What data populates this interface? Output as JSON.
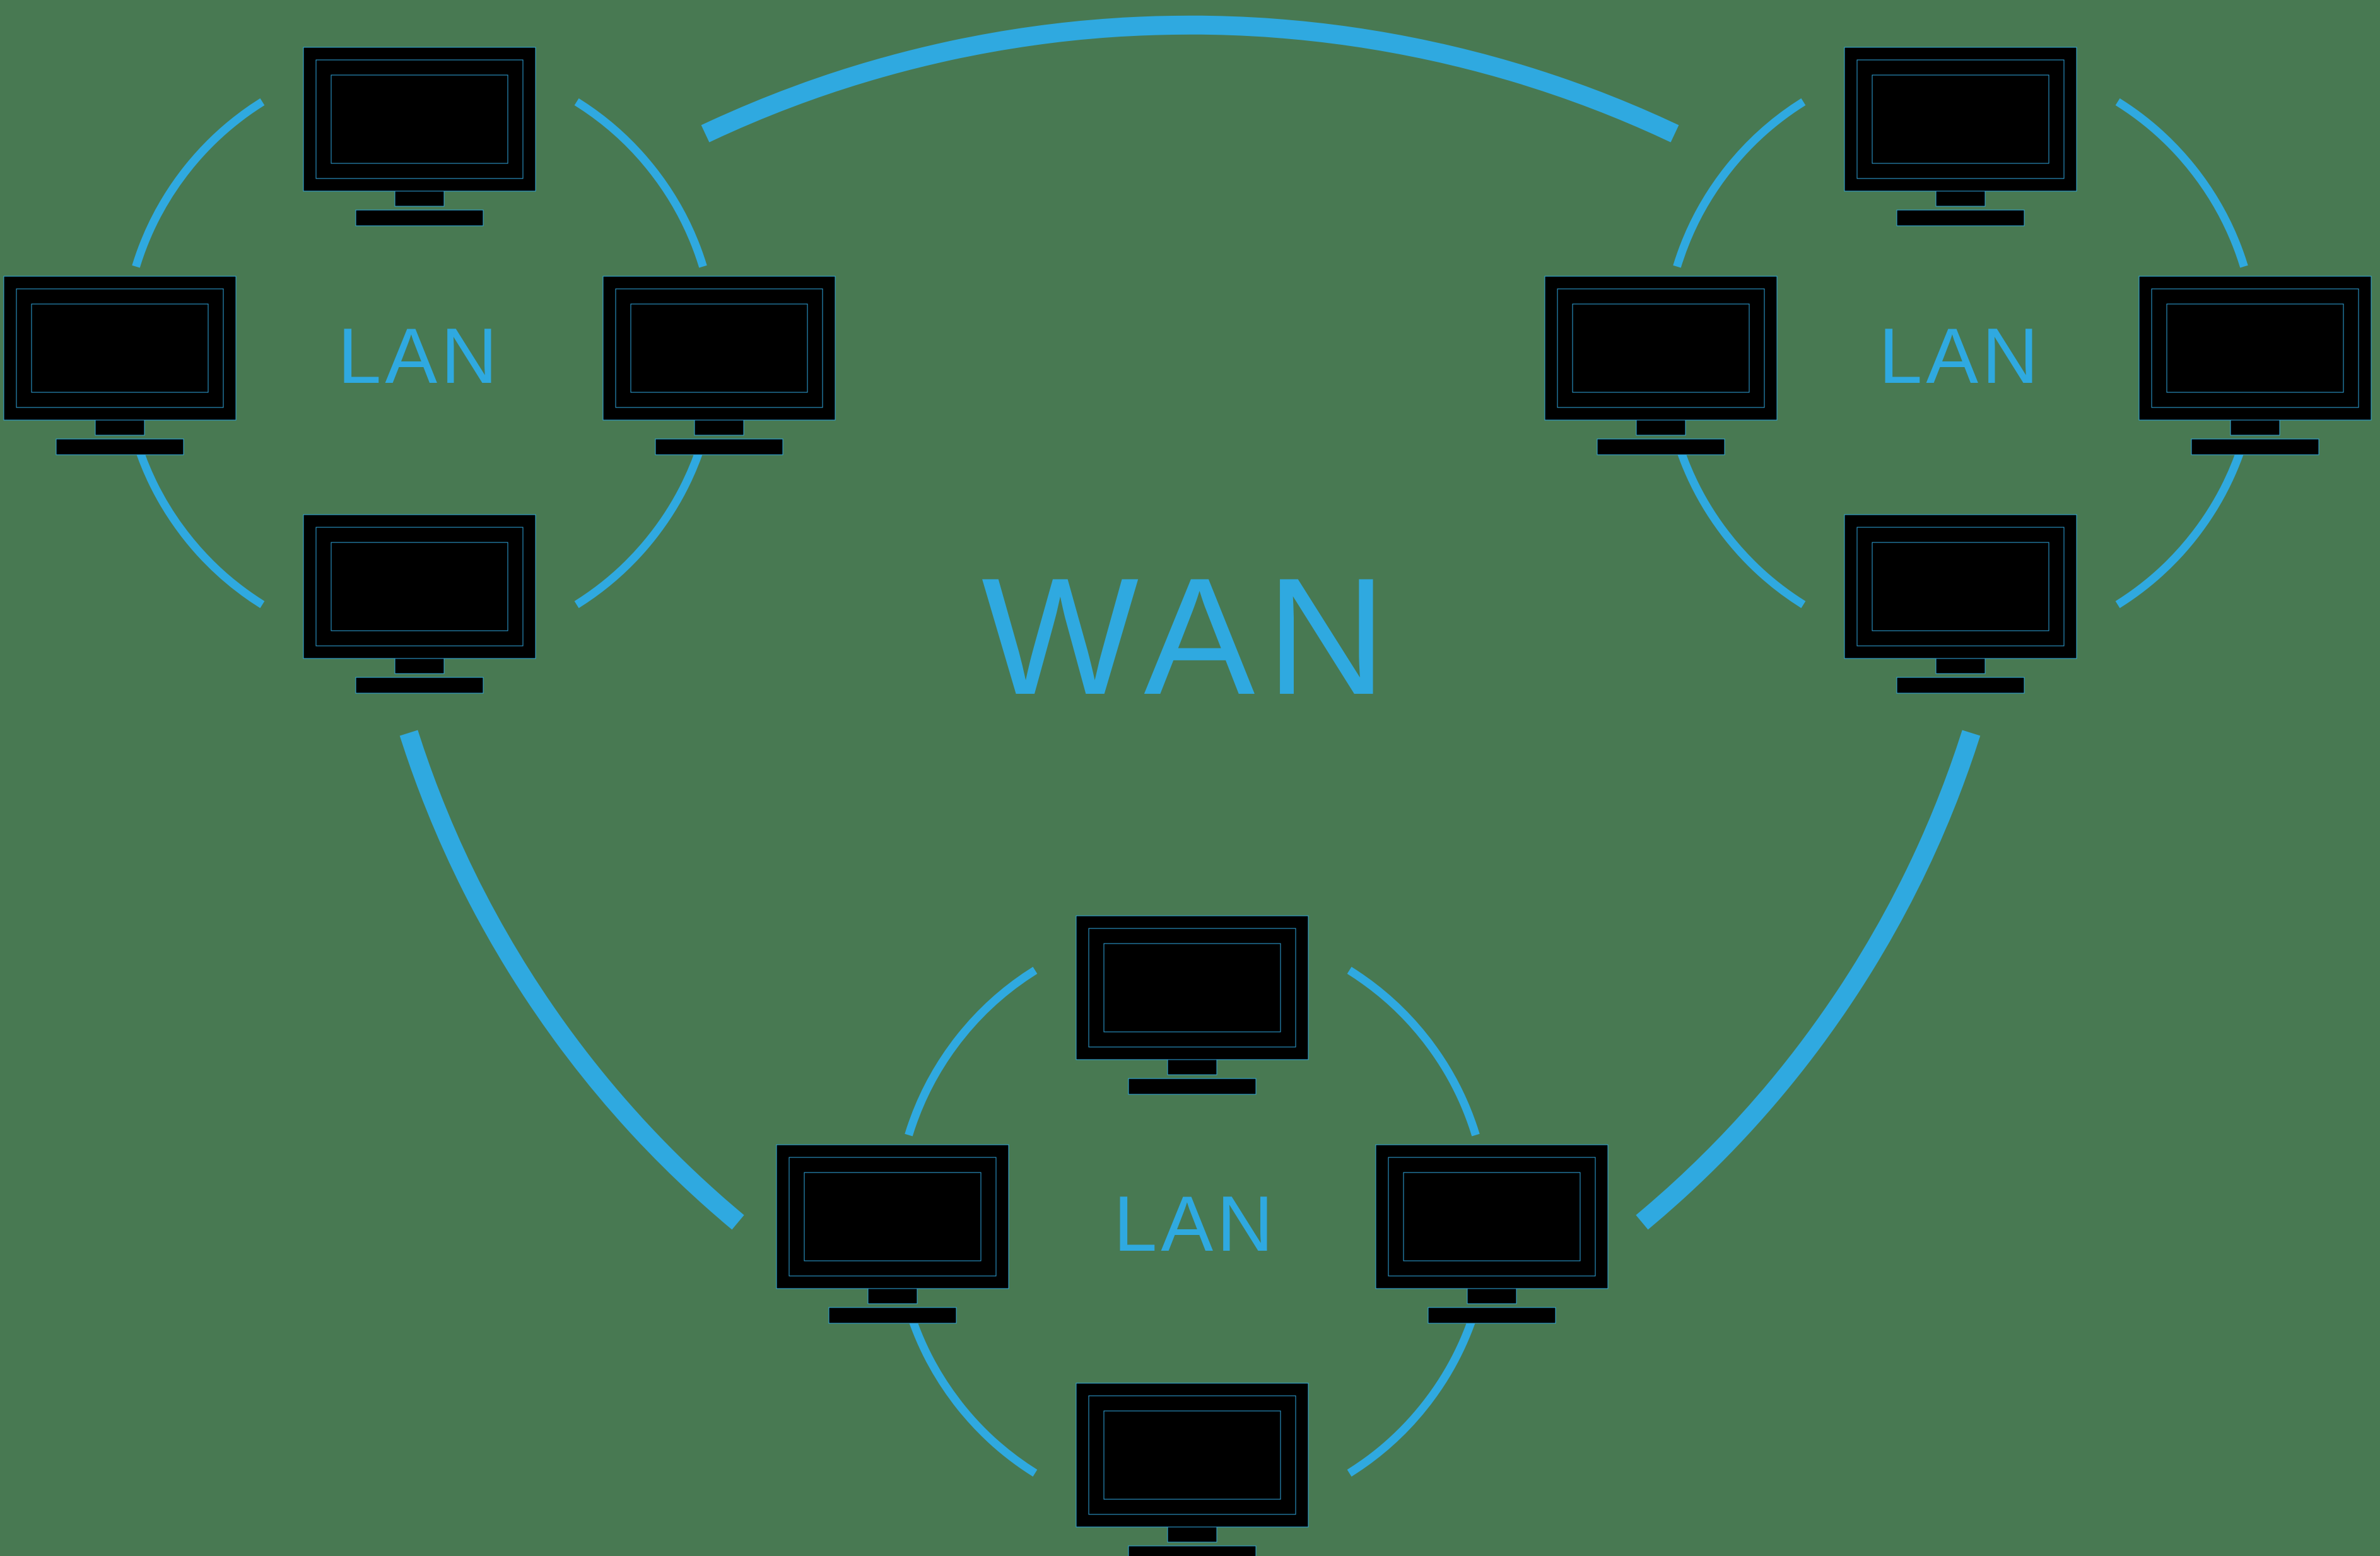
{
  "diagram": {
    "type": "network-topology",
    "wan_label": "WAN",
    "clusters": [
      {
        "id": "lan-top-left",
        "label": "LAN",
        "computers": 4
      },
      {
        "id": "lan-top-right",
        "label": "LAN",
        "computers": 4
      },
      {
        "id": "lan-bottom",
        "label": "LAN",
        "computers": 4
      }
    ],
    "wan_links": 3,
    "icons": {
      "computer": "monitor-icon"
    },
    "colors": {
      "accent": "#2FA9E0",
      "background": "#487952"
    }
  }
}
